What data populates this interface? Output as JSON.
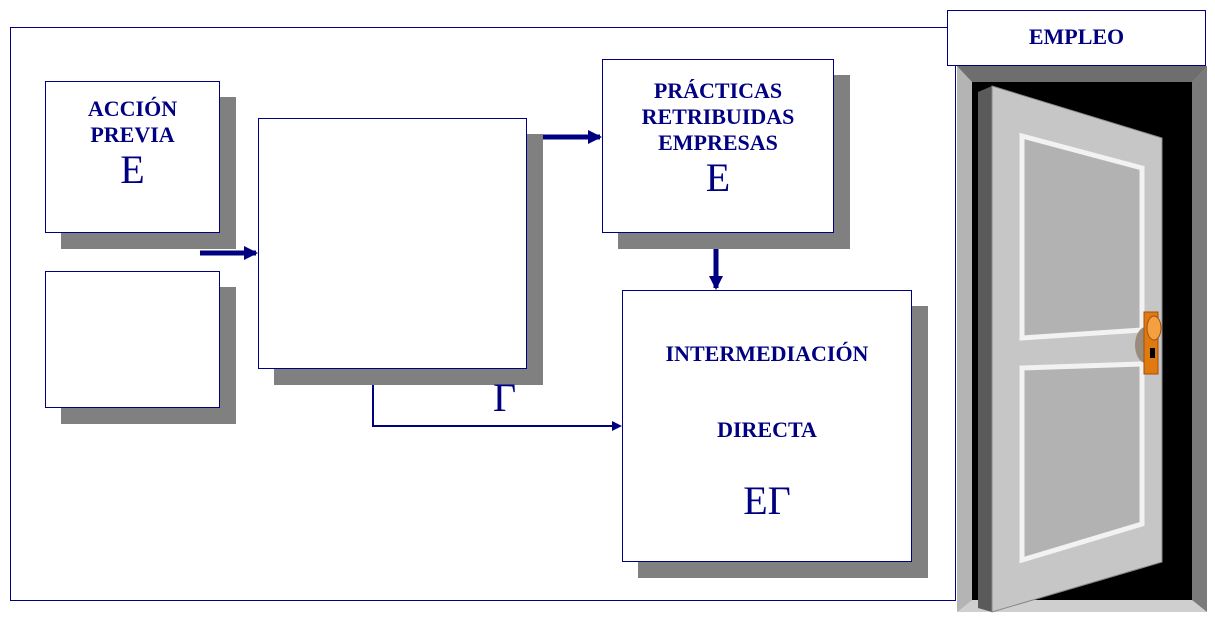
{
  "diagram": {
    "accion_previa": {
      "title_line1": "ACCIÓN",
      "title_line2": "PREVIA",
      "symbol": "E"
    },
    "practicas": {
      "line1": "PRÁCTICAS",
      "line2": "RETRIBUIDAS",
      "line3": "EMPRESAS",
      "symbol": "E"
    },
    "intermediacion": {
      "title": "INTERMEDIACIÓN",
      "subtitle": "DIRECTA",
      "symbol": "EΓ"
    },
    "connector_label": "Γ",
    "empleo_sign": "EMPLEO"
  },
  "colors": {
    "navy": "#000080",
    "shadow": "#808080",
    "door_knob": "#f08a1c"
  },
  "icons": [
    "open-door-icon",
    "door-knob-icon"
  ]
}
